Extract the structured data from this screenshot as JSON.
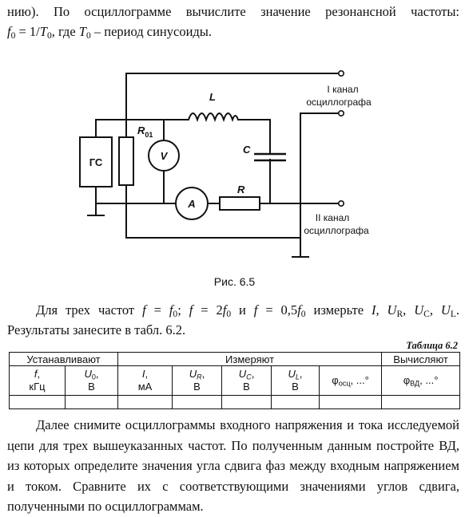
{
  "intro": {
    "line1": "нию). По осциллограмме вычислите значение резонансной частоты:",
    "formula_lhs": "f",
    "formula_lhs_sub": "0",
    "formula_rhs": " = 1/",
    "formula_T": "T",
    "formula_T_sub": "0",
    "text_mid": ", где ",
    "T_symbol": "T",
    "T_sub": "0",
    "text_end": " – период синусоиды."
  },
  "figure": {
    "gs_label": "ГС",
    "r01_label": "R",
    "r01_sub": "01",
    "v_label": "V",
    "a_label": "A",
    "l_label": "L",
    "c_label": "C",
    "r_label": "R",
    "ch1_line1": "I канал",
    "ch1_line2": "осциллографа",
    "ch2_line1": "II канал",
    "ch2_line2": "осциллографа",
    "caption": "Рис. 6.5"
  },
  "instructions": {
    "t1": "Для трех частот ",
    "f": "f",
    "eq1": " = ",
    "f0": "f",
    "sub0": "0",
    "sep1": "; ",
    "eq2": " = 2",
    "sep2": " и ",
    "eq3": " = 0,5",
    "t2": " измерьте ",
    "I": "I",
    "comma": ", ",
    "U": "U",
    "subR": "R",
    "subC": "C",
    "subL": "L",
    "period": ".",
    "line2": "Результаты занесите в табл. 6.2."
  },
  "table": {
    "title": "Таблица 6.2",
    "groups": [
      "Устанавливают",
      "Измеряют",
      "Вычисляют"
    ],
    "headers": {
      "f_sym": "f",
      "f_unit": "кГц",
      "u0_sym": "U",
      "u0_sub": "0",
      "u0_unit": "В",
      "i_sym": "I",
      "i_unit": "мА",
      "ur_sym": "U",
      "ur_sub": "R",
      "ur_unit": "В",
      "uc_sym": "U",
      "uc_sub": "C",
      "uc_unit": "В",
      "ul_sym": "U",
      "ul_sub": "L",
      "ul_unit": "В",
      "phi_osc": "φ",
      "phi_osc_sub": "осц",
      "phi_osc_tail": ", ...°",
      "phi_vd": "φ",
      "phi_vd_sub": "ВД",
      "phi_vd_tail": ", ...°"
    }
  },
  "after": {
    "text": "Далее снимите осциллограммы входного напряжения и тока исследуемой цепи для трех вышеуказанных частот. По полученным данным постройте ВД, из которых определите значения угла сдвига фаз между входным напряжением и током. Сравните их с соответствующими значениями углов сдвига, полученными по осциллограммам."
  }
}
